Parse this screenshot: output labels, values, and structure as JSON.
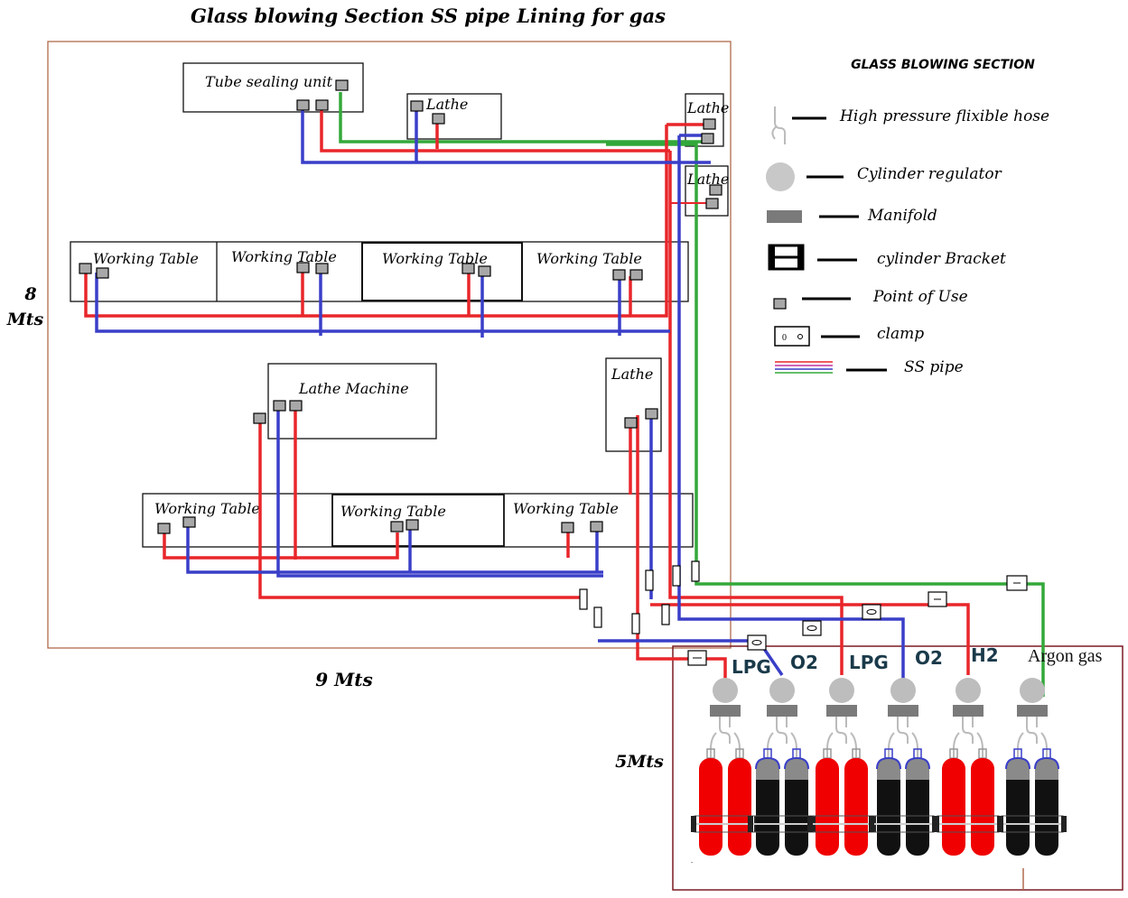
{
  "title": "Glass blowing Section SS pipe Lining for gas",
  "dimensions": {
    "height": "8\nMts",
    "width": "9 Mts",
    "room": "5Mts"
  },
  "stations": {
    "tube_sealing": "Tube sealing unit",
    "lathe1": "Lathe",
    "lathe2": "Lathe",
    "lathe3": "Lathe",
    "lathe4": "Lathe",
    "lathe_machine": "Lathe Machine",
    "wt1": "Working Table",
    "wt2": "Working Table",
    "wt3": "Working Table",
    "wt4": "Working Table",
    "wt5": "Working Table",
    "wt6": "Working Table",
    "wt7": "Working Table"
  },
  "legend": {
    "title": "GLASS BLOWING SECTION",
    "items": [
      {
        "icon": "hose-icon",
        "label": "High pressure flixible hose"
      },
      {
        "icon": "regulator-icon",
        "label": "Cylinder regulator"
      },
      {
        "icon": "manifold-icon",
        "label": "Manifold"
      },
      {
        "icon": "bracket-icon",
        "label": "cylinder Bracket"
      },
      {
        "icon": "point-of-use-icon",
        "label": "Point of Use"
      },
      {
        "icon": "clamp-icon",
        "label": "clamp"
      },
      {
        "icon": "ss-pipe-icon",
        "label": "SS pipe"
      }
    ]
  },
  "gases": [
    "LPG",
    "O2",
    "LPG",
    "O2",
    "H2",
    "Argon gas"
  ],
  "colors": {
    "lpg": "#e8262a",
    "o2": "#3a3fc8",
    "argon": "#33a83a",
    "cyl_red": "#f00000",
    "cyl_black": "#111111",
    "border": "#b06a4a",
    "room_border": "#7a1a22"
  }
}
